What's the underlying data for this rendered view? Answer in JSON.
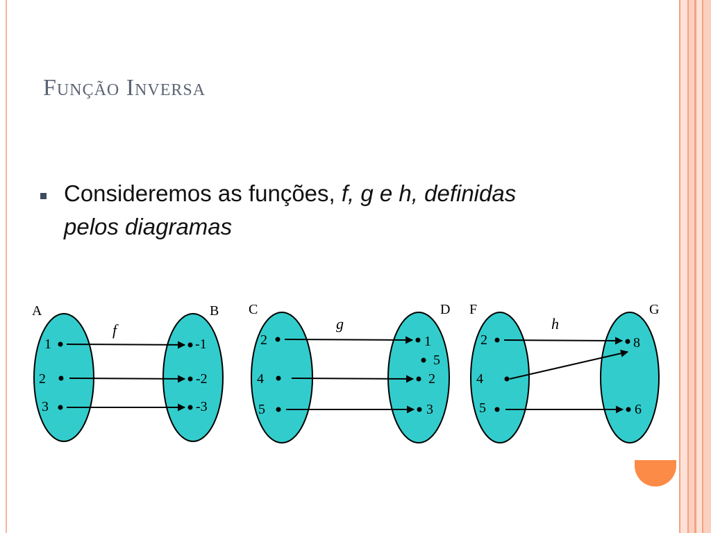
{
  "title": "Função Inversa",
  "bullet": {
    "lead": "Consideremos as funções, ",
    "emph1": "f, g e h, definidas",
    "emph2": "pelos diagramas"
  },
  "colors": {
    "set_fill": "#33cccc",
    "accent": "#fb8b47",
    "title": "#5c6373"
  },
  "diagrams": [
    {
      "function": "f",
      "domain_label": "A",
      "codomain_label": "B",
      "domain": [
        "1",
        "2",
        "3"
      ],
      "codomain": [
        "-1",
        "-2",
        "-3"
      ],
      "mapping": [
        [
          "1",
          "-1"
        ],
        [
          "2",
          "-2"
        ],
        [
          "3",
          "-3"
        ]
      ]
    },
    {
      "function": "g",
      "domain_label": "C",
      "codomain_label": "D",
      "domain": [
        "2",
        "4",
        "5"
      ],
      "codomain": [
        "1",
        "5",
        "2",
        "3"
      ],
      "mapping": [
        [
          "2",
          "1"
        ],
        [
          "4",
          "2"
        ],
        [
          "5",
          "3"
        ]
      ]
    },
    {
      "function": "h",
      "domain_label": "F",
      "codomain_label": "G",
      "domain": [
        "2",
        "4",
        "5"
      ],
      "codomain": [
        "8",
        "6"
      ],
      "mapping": [
        [
          "2",
          "8"
        ],
        [
          "4",
          "8"
        ],
        [
          "5",
          "6"
        ]
      ]
    }
  ]
}
